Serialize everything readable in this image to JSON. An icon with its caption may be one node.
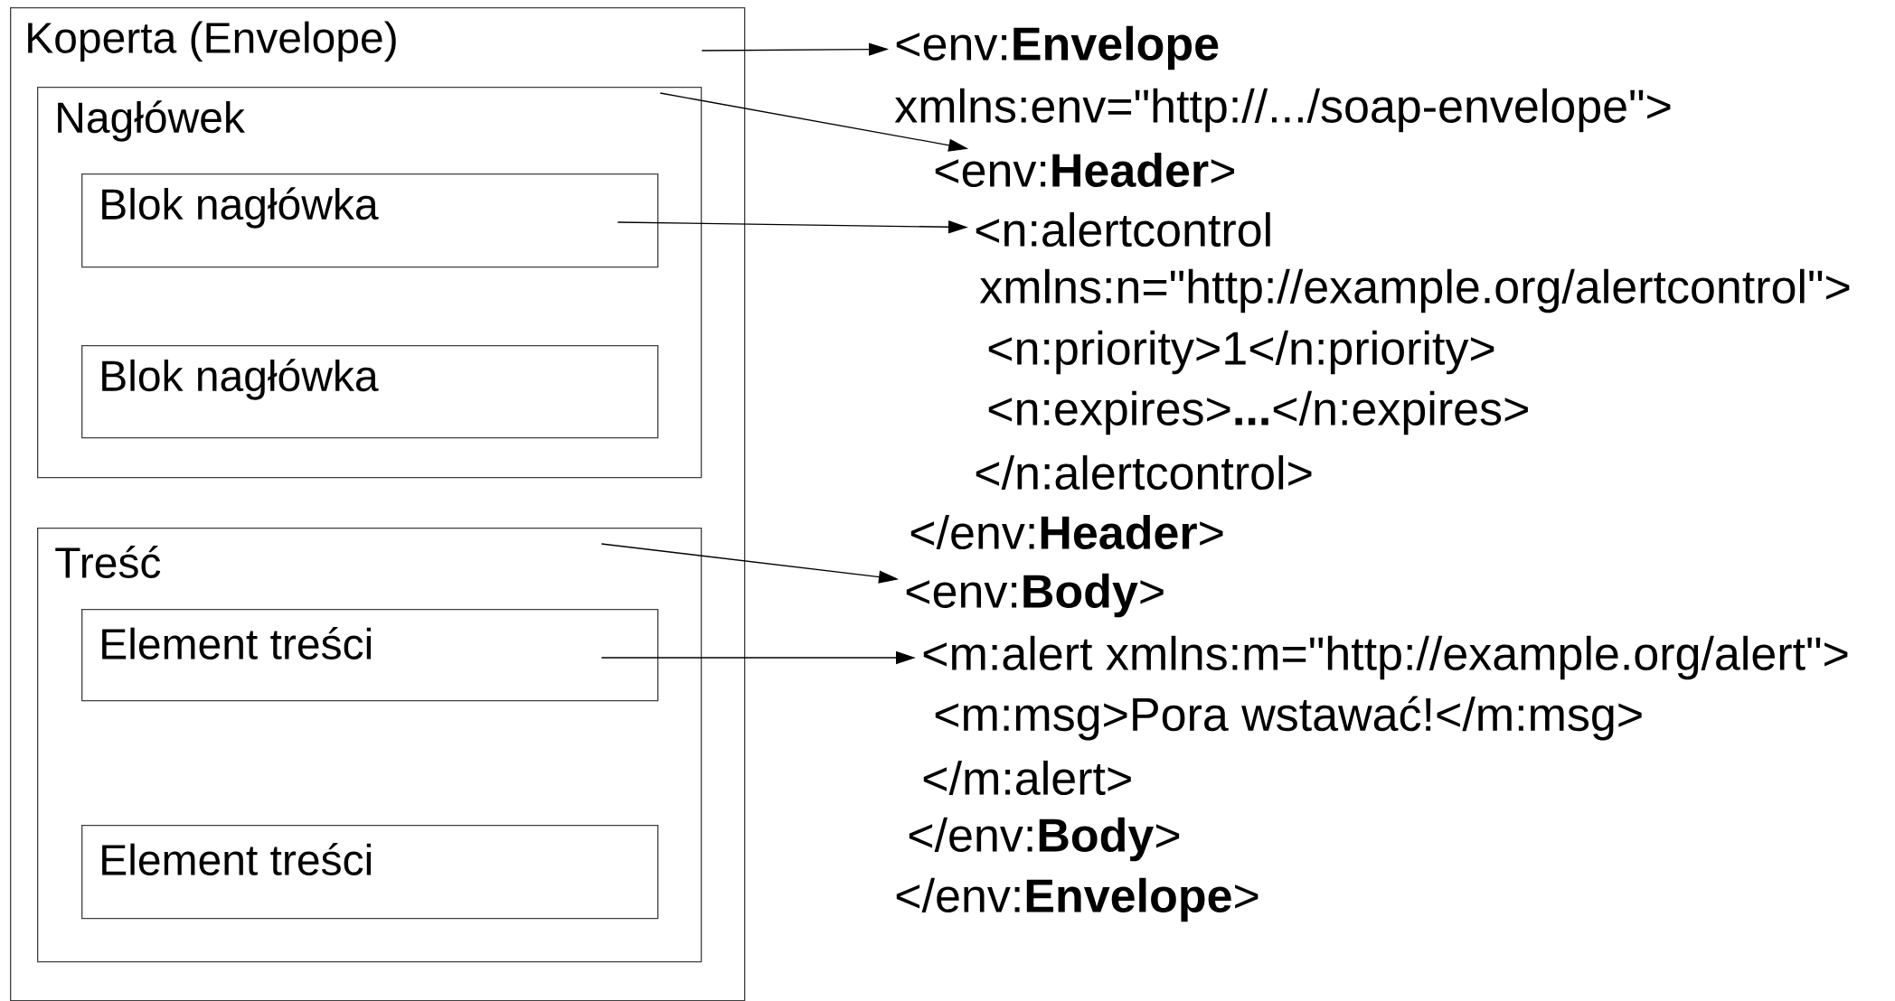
{
  "diagram": {
    "nodes": [
      {
        "text": [
          "Koperta (Envelope)"
        ]
      },
      {
        "text": [
          "Nagłówek"
        ],
        "in": 0
      },
      {
        "text": [
          "Blok nagłówka"
        ],
        "in": 1
      },
      {
        "text": [
          "Blok nagłówka"
        ],
        "in": 1
      },
      {
        "text": [
          "Treść"
        ],
        "in": 0
      },
      {
        "text": [
          "Element treści"
        ],
        "in": 4
      },
      {
        "text": [
          "Element treści"
        ],
        "in": 4
      },
      {
        "text": [
          "<env:**Envelope**"
        ]
      },
      {
        "text": [
          "xmlns:env=\"http://.../soap-envelope\">"
        ]
      },
      {
        "text": [
          "<env:**Header**>"
        ]
      },
      {
        "text": [
          "<n:alertcontrol"
        ]
      },
      {
        "text": [
          "xmlns:n=\"http://example.org/alertcontrol\">"
        ]
      },
      {
        "text": [
          "<n:priority>1</n:priority>"
        ]
      },
      {
        "text": [
          "<n:expires>**...**</n:expires>"
        ]
      },
      {
        "text": [
          "</n:alertcontrol>"
        ]
      },
      {
        "text": [
          "</env:**Header**>"
        ]
      },
      {
        "text": [
          "<env:**Body**>"
        ]
      },
      {
        "text": [
          "<m:alert xmlns:m=\"http://example.org/alert\">"
        ]
      },
      {
        "text": [
          "<m:msg>Pora wstawać!</m:msg>"
        ]
      },
      {
        "text": [
          "</m:alert>"
        ]
      },
      {
        "text": [
          "</env:**Body**>"
        ]
      },
      {
        "text": [
          "</env:**Envelope**>"
        ]
      }
    ],
    "edges": [
      {
        "from": 0,
        "to": 7,
        "arrow": "to"
      },
      {
        "from": 1,
        "to": 9,
        "arrow": "to"
      },
      {
        "from": 2,
        "to": 10,
        "arrow": "to"
      },
      {
        "from": 4,
        "to": 16,
        "arrow": "to"
      },
      {
        "from": 5,
        "to": 17,
        "arrow": "to"
      }
    ]
  }
}
